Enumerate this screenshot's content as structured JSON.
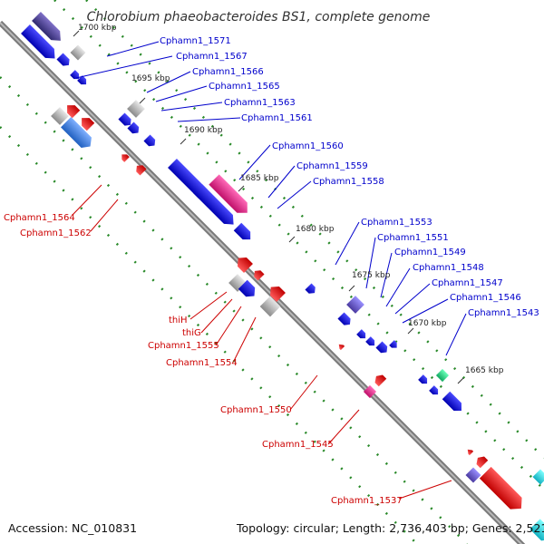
{
  "title": "Chlorobium phaeobacteroides BS1, complete genome",
  "footer": {
    "accession": "Accession: NC_010831",
    "topology": "Topology: circular; Length: 2,736,403 bp; Genes: 2,521"
  },
  "kbp_marks": [
    "1700 kbp",
    "1695 kbp",
    "1690 kbp",
    "1685 kbp",
    "1680 kbp",
    "1675 kbp",
    "1670 kbp",
    "1665 kbp"
  ],
  "forward_genes": [
    "Cphamn1_1571",
    "Cphamn1_1567",
    "Cphamn1_1566",
    "Cphamn1_1565",
    "Cphamn1_1563",
    "Cphamn1_1561",
    "Cphamn1_1560",
    "Cphamn1_1559",
    "Cphamn1_1558",
    "Cphamn1_1553",
    "Cphamn1_1551",
    "Cphamn1_1549",
    "Cphamn1_1548",
    "Cphamn1_1547",
    "Cphamn1_1546",
    "Cphamn1_1543"
  ],
  "reverse_genes": [
    "Cphamn1_1564",
    "Cphamn1_1562",
    "thiH",
    "thiG",
    "Cphamn1_1555",
    "Cphamn1_1554",
    "Cphamn1_1550",
    "Cphamn1_1545",
    "Cphamn1_1537"
  ],
  "colors": {
    "forward": "#0000ee",
    "reverse": "#ee0000",
    "backbone": "#808080",
    "dots": "#228822",
    "pink": "#e8288c",
    "gray": "#a8a8a8",
    "purple": "#6a5acd",
    "green": "#22dd88",
    "cyan": "#22dddd"
  }
}
